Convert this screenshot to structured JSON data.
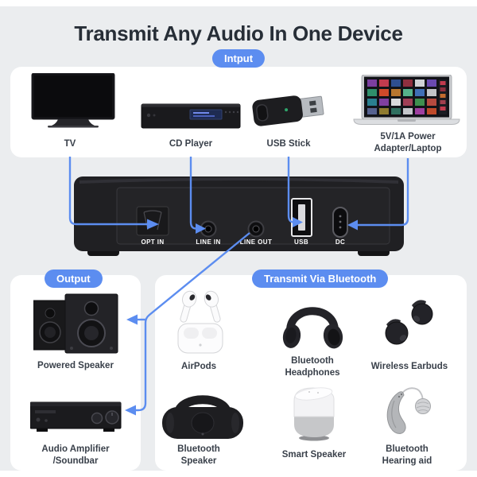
{
  "title": "Transmit Any Audio In One Device",
  "colors": {
    "accent": "#5c8df0",
    "bg": "#ebedef",
    "card": "#ffffff",
    "title_color": "#272e37",
    "label_color": "#39404a"
  },
  "input": {
    "badge": "Intput",
    "items": [
      {
        "label": "TV"
      },
      {
        "label": "CD Player"
      },
      {
        "label": "USB Stick"
      },
      {
        "label_line1": "5V/1A Power",
        "label_line2": "Adapter/Laptop"
      }
    ]
  },
  "device": {
    "ports": [
      {
        "label": "OPT IN"
      },
      {
        "label": "LINE IN"
      },
      {
        "label": "LINE OUT"
      },
      {
        "label": "USB"
      },
      {
        "label": "DC"
      }
    ]
  },
  "output": {
    "badge": "Output",
    "items": [
      {
        "label": "Powered Speaker"
      },
      {
        "label_line1": "Audio Amplifier",
        "label_line2": "/Soundbar"
      }
    ]
  },
  "bluetooth": {
    "badge": "Transmit Via Bluetooth",
    "items": [
      {
        "label": "AirPods"
      },
      {
        "label_line1": "Bluetooth",
        "label_line2": "Headphones"
      },
      {
        "label": "Wireless Earbuds"
      },
      {
        "label_line1": "Bluetooth",
        "label_line2": "Speaker"
      },
      {
        "label": "Smart Speaker"
      },
      {
        "label_line1": "Bluetooth",
        "label_line2": "Hearing aid"
      }
    ]
  }
}
